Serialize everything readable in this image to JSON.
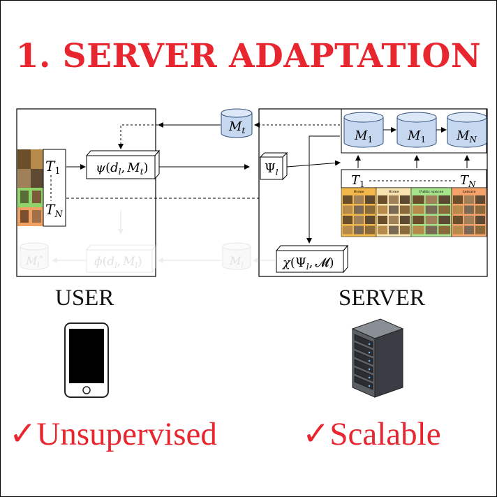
{
  "title": "1. SERVER ADAPTATION",
  "user_label": "USER",
  "server_label": "SERVER",
  "benefit_left": "Unsupervised",
  "benefit_right": "Scalable",
  "check_mark": "✓",
  "colors": {
    "accent": "#e8262f",
    "db_fill": "#c6d8f0",
    "db_stroke": "#2d4c77",
    "faded": "#cfcfcf"
  },
  "diagram": {
    "math": {
      "M": "M",
      "t": "t",
      "l": "l",
      "one": "1",
      "N": "N",
      "T": "T",
      "d": "d",
      "psi": "ψ",
      "Psi": "Ψ",
      "chi": "χ",
      "phi": "ϕ",
      "calM": "𝓜",
      "star": "*",
      "comma": ",",
      "lparen": "(",
      "rparen": ")"
    },
    "category_labels": [
      "Home",
      "Home",
      "Public spaces",
      "Leisure"
    ],
    "category_colors": [
      "#f2b84b",
      "#f6e3b0",
      "#a6e38a",
      "#f5a36a"
    ]
  },
  "icons": {
    "phone": "smartphone-icon",
    "server": "server-rack-icon"
  }
}
